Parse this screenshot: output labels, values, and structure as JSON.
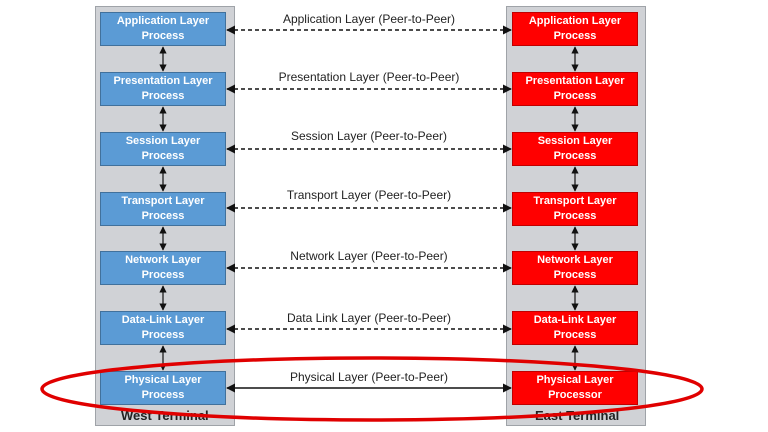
{
  "west_terminal": {
    "label": "West Terminal",
    "layers": [
      "Application Layer Process",
      "Presentation Layer Process",
      "Session Layer Process",
      "Transport Layer Process",
      "Network Layer Process",
      "Data-Link Layer Process",
      "Physical Layer Process"
    ]
  },
  "east_terminal": {
    "label": "East Terminal",
    "layers": [
      "Application Layer Process",
      "Presentation Layer Process",
      "Session Layer Process",
      "Transport Layer Process",
      "Network Layer Process",
      "Data-Link Layer Process",
      "Physical Layer Processor"
    ]
  },
  "peer_links": [
    "Application Layer (Peer-to-Peer)",
    "Presentation Layer (Peer-to-Peer)",
    "Session Layer (Peer-to-Peer)",
    "Transport Layer (Peer-to-Peer)",
    "Network Layer (Peer-to-Peer)",
    "Data Link Layer (Peer-to-Peer)",
    "Physical Layer (Peer-to-Peer)"
  ],
  "colors": {
    "west_box": "#5b9bd5",
    "east_box": "#ff0000",
    "highlight_ellipse": "#e00000"
  }
}
